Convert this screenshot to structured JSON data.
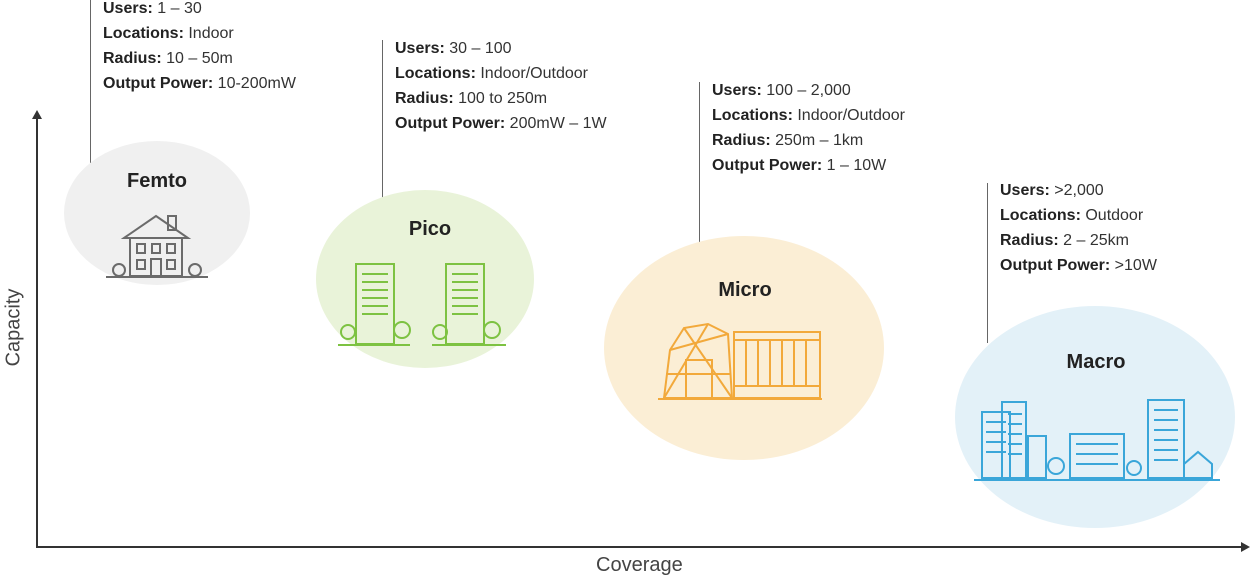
{
  "axes": {
    "x_label": "Coverage",
    "y_label": "Capacity"
  },
  "cells": [
    {
      "name": "Femto",
      "color": "#f0f0f0",
      "icon_color": "#6b6b6b",
      "icon": "house-icon",
      "info": [
        {
          "label": "Users:",
          "value": "1 – 30"
        },
        {
          "label": "Locations:",
          "value": "Indoor"
        },
        {
          "label": "Radius:",
          "value": "10 – 50m"
        },
        {
          "label": "Output Power:",
          "value": "10-200mW"
        }
      ]
    },
    {
      "name": "Pico",
      "color": "#e9f3d9",
      "icon_color": "#7dc242",
      "icon": "office-buildings-icon",
      "info": [
        {
          "label": "Users:",
          "value": "30 – 100"
        },
        {
          "label": "Locations:",
          "value": "Indoor/Outdoor"
        },
        {
          "label": "Radius:",
          "value": "100 to 250m"
        },
        {
          "label": "Output Power:",
          "value": "200mW – 1W"
        }
      ]
    },
    {
      "name": "Micro",
      "color": "#fbeed5",
      "icon_color": "#f2a93b",
      "icon": "stadium-icon",
      "info": [
        {
          "label": "Users:",
          "value": "100 – 2,000"
        },
        {
          "label": "Locations:",
          "value": "Indoor/Outdoor"
        },
        {
          "label": "Radius:",
          "value": "250m – 1km"
        },
        {
          "label": "Output Power:",
          "value": "1 – 10W"
        }
      ]
    },
    {
      "name": "Macro",
      "color": "#e3f1f8",
      "icon_color": "#3aa6d9",
      "icon": "city-skyline-icon",
      "info": [
        {
          "label": "Users:",
          "value": ">2,000"
        },
        {
          "label": "Locations:",
          "value": "Outdoor"
        },
        {
          "label": "Radius:",
          "value": "2 – 25km"
        },
        {
          "label": "Output Power:",
          "value": ">10W"
        }
      ]
    }
  ]
}
